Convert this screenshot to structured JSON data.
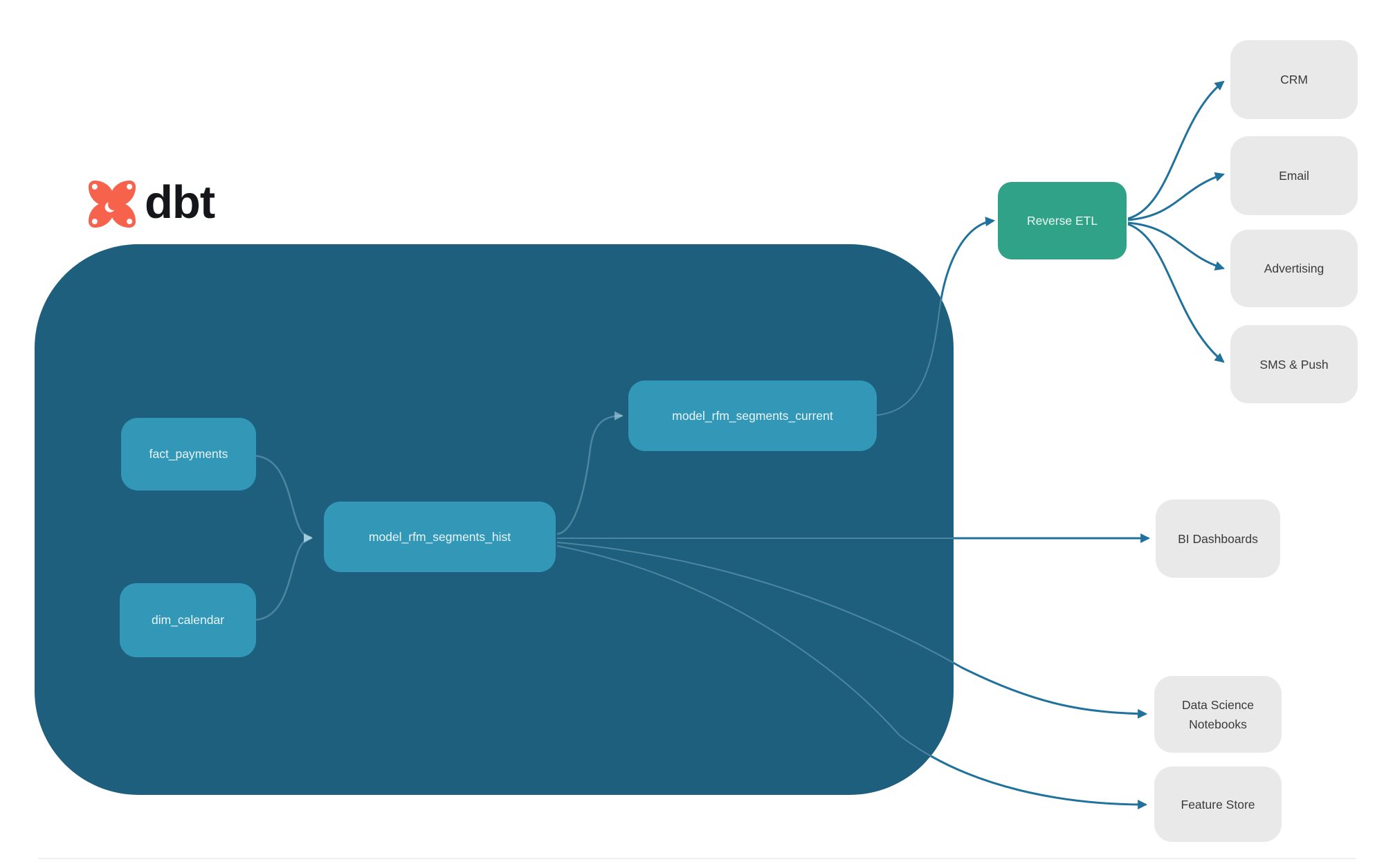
{
  "logo": {
    "text": "dbt",
    "icon": "dbt-flame-icon"
  },
  "colors": {
    "warehouse_background": "#1e5f7e",
    "model_node": "#3398b7",
    "activation_node": "#2fa287",
    "destination_node": "#e9e9e9",
    "edge_stroke": "#20719c",
    "logo_orange": "#f7624c"
  },
  "nodes": {
    "fact_payments": {
      "label": "fact_payments"
    },
    "dim_calendar": {
      "label": "dim_calendar"
    },
    "model_rfm_segments_hist": {
      "label": "model_rfm_segments_hist"
    },
    "model_rfm_segments_current": {
      "label": "model_rfm_segments_current"
    },
    "reverse_etl": {
      "label": "Reverse ETL"
    },
    "crm": {
      "label": "CRM"
    },
    "email": {
      "label": "Email"
    },
    "advertising": {
      "label": "Advertising"
    },
    "sms_push": {
      "label": "SMS & Push"
    },
    "bi_dashboards": {
      "label": "BI Dashboards"
    },
    "data_science_notebooks": {
      "label": "Data Science Notebooks"
    },
    "feature_store": {
      "label": "Feature Store"
    }
  },
  "edges": [
    {
      "from": "fact_payments",
      "to": "model_rfm_segments_hist"
    },
    {
      "from": "dim_calendar",
      "to": "model_rfm_segments_hist"
    },
    {
      "from": "model_rfm_segments_hist",
      "to": "model_rfm_segments_current"
    },
    {
      "from": "model_rfm_segments_current",
      "to": "reverse_etl"
    },
    {
      "from": "model_rfm_segments_hist",
      "to": "bi_dashboards"
    },
    {
      "from": "model_rfm_segments_hist",
      "to": "data_science_notebooks"
    },
    {
      "from": "model_rfm_segments_hist",
      "to": "feature_store"
    },
    {
      "from": "reverse_etl",
      "to": "crm"
    },
    {
      "from": "reverse_etl",
      "to": "email"
    },
    {
      "from": "reverse_etl",
      "to": "advertising"
    },
    {
      "from": "reverse_etl",
      "to": "sms_push"
    }
  ]
}
